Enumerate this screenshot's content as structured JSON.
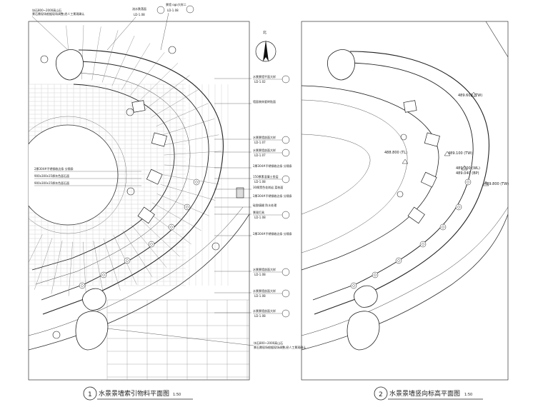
{
  "plan_left": {
    "title": "水景景墙索引物料平面图",
    "scale": "1:50",
    "number": "1",
    "top_note_line1": "块石800~2000高山石",
    "top_note_line2": "景石需现场根据现场调整,经人工景观确认",
    "bottom_note_line1": "块石800~2000高山石",
    "bottom_note_line2": "景石需现场根据现场调整,经人工景观确认",
    "paving_labels": [
      "2厚304#不锈钢收边条 分隔条",
      "900x300x15厚灰色面石面",
      "900x300x15厚灰色面石面"
    ],
    "top_callouts": [
      {
        "label": "流水跌落面",
        "ref": "LD-1.08"
      },
      {
        "label": "景墙 ogo大样二",
        "ref": "LD-1.08"
      }
    ],
    "right_callouts": [
      {
        "label": "水景景墙平面大样",
        "ref": "LD-1.02"
      },
      {
        "label": "墙面装饰瓷砖贴面"
      },
      {
        "label": "水景景墙剖面大样",
        "ref": "LD-1.07"
      },
      {
        "label": "水景景墙剖面大样",
        "ref": "LD-1.07"
      },
      {
        "label": "2厚304#不锈钢收边条 分隔条"
      },
      {
        "label": "150厚素混凝土垫层",
        "ref": "LD-1.08"
      },
      {
        "label": "30厚黑色花岗岩 荔枝面"
      },
      {
        "label": "2厚304#不锈钢收边条 分隔条"
      },
      {
        "label": "硅胶填缝 防水处理"
      },
      {
        "label": "景观灯具",
        "ref": "LD-1.08"
      },
      {
        "label": "2厚304#不锈钢收边条 分隔条"
      },
      {
        "label": "水景景墙剖面大样",
        "ref": "LD-1.08"
      },
      {
        "label": "水景景墙剖面大样",
        "ref": "LD-1.08"
      },
      {
        "label": "水景景墙剖面大样",
        "ref": "LD-1.08"
      }
    ]
  },
  "plan_right": {
    "title": "水景景墙竖向标高平面图",
    "scale": "1:50",
    "number": "2",
    "elevations": [
      "489.600 (TW)",
      "488.800 (TL)",
      "489.100 (TW)",
      "489.000 (WL)",
      "489.040 (BP)",
      "489.800 (TW)"
    ]
  },
  "north_label": "北"
}
